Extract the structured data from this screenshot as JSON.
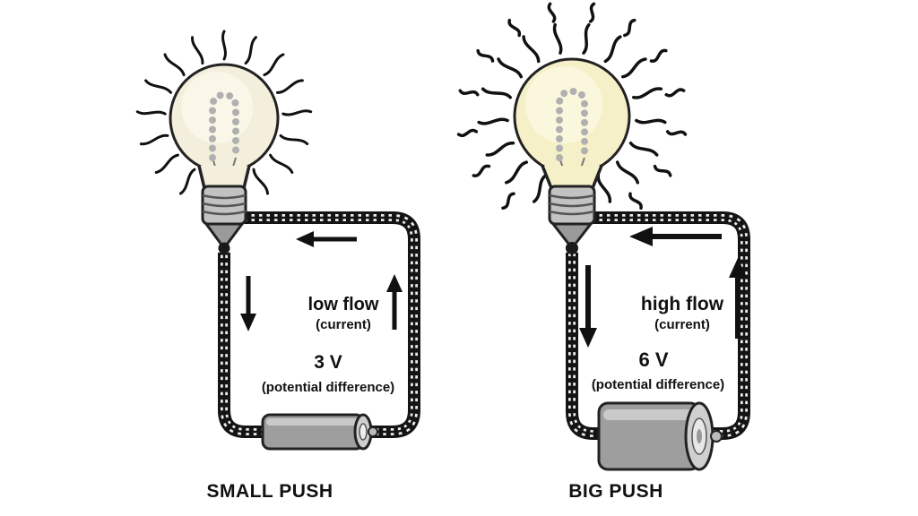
{
  "diagram": {
    "left_circuit": {
      "flow_label": "low flow",
      "flow_unit": "(current)",
      "voltage_label": "3 V",
      "voltage_unit": "(potential difference)",
      "caption": "SMALL PUSH"
    },
    "right_circuit": {
      "flow_label": "high flow",
      "flow_unit": "(current)",
      "voltage_label": "6 V",
      "voltage_unit": "(potential difference)",
      "caption": "BIG PUSH"
    },
    "colors": {
      "wire": "#141414",
      "bulb_glass_dim": "#f3efdc",
      "bulb_glass_bright": "#f6f0c9",
      "battery_body": "#9e9e9e",
      "text": "#111111"
    }
  }
}
